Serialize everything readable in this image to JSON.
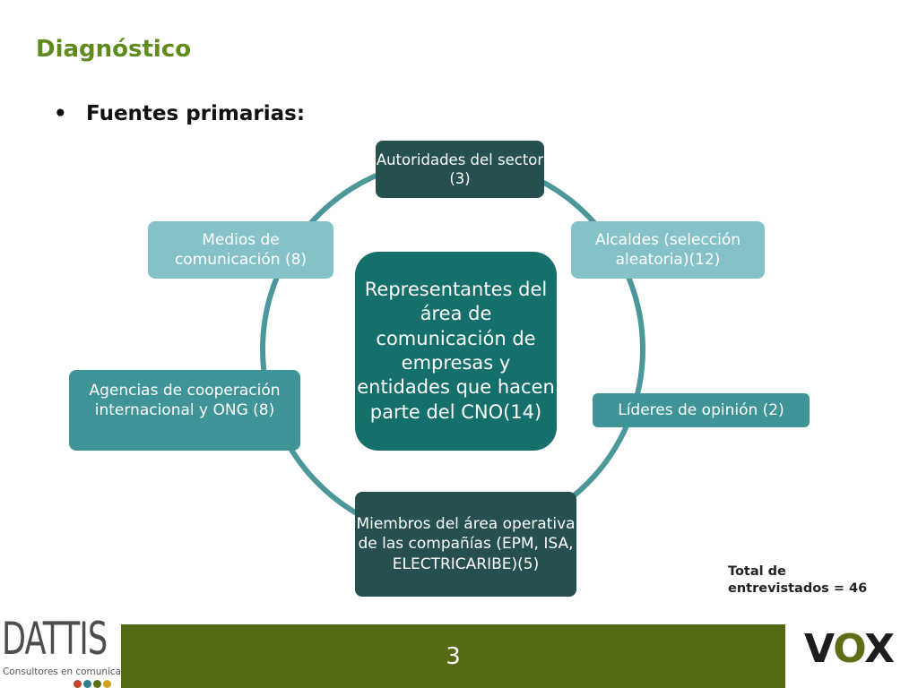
{
  "slide": {
    "title": "Diagnóstico",
    "bullet": "•",
    "bullet_text": "Fuentes primarias:",
    "page_number": "3",
    "total_line1": "Total de",
    "total_line2": "entrevistados = 46"
  },
  "diagram": {
    "center": "Representantes del área de comunicación de empresas y entidades que hacen parte del CNO(14)",
    "top": "Autoridades del sector (3)",
    "right": "Alcaldes (selección aleatoria)(12)",
    "right_lower": "Líderes de opinión (2)",
    "bottom": "Miembros del área operativa de las compañías (EPM, ISA, ELECTRICARIBE)(5)",
    "left_lower": "Agencias de cooperación internacional y ONG (8)",
    "left": "Medios de comunicación (8)"
  },
  "logos": {
    "left_word": "DATTIS",
    "left_tagline": "Consultores en comunicación",
    "right_pre": "V",
    "right_o": "O",
    "right_post": "X"
  },
  "colors": {
    "title": "#5e8a1e",
    "dark_teal": "#25504f",
    "mid_teal": "#3f9497",
    "light_teal": "#85c2c8",
    "center_teal": "#156f6a",
    "ring": "#4b979a",
    "footer_bar": "#546b14",
    "dot1": "#c0462b",
    "dot2": "#2f7f8c",
    "dot3": "#5c6e16",
    "dot4": "#d4a21c"
  }
}
